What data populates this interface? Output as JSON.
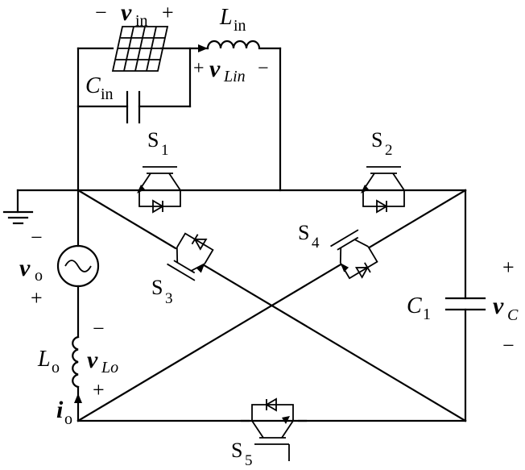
{
  "labels": {
    "vin_minus": "−",
    "vin_v": "v",
    "vin_sub": "in",
    "vin_plus": "+",
    "Lin_L": "L",
    "Lin_sub": "in",
    "vLin_plus": "+",
    "vLin_v": "v",
    "vLin_sub": "Lin",
    "vLin_minus": "−",
    "Cin_C": "C",
    "Cin_sub": "in",
    "S1_S": "S",
    "S1_sub": "1",
    "S2_S": "S",
    "S2_sub": "2",
    "S3_S": "S",
    "S3_sub": "3",
    "S4_S": "S",
    "S4_sub": "4",
    "S5_S": "S",
    "S5_sub": "5",
    "vo_minus": "−",
    "vo_v": "v",
    "vo_sub": "o",
    "vo_plus": "+",
    "vLo_minus": "−",
    "Lo_L": "L",
    "Lo_sub": "o",
    "vLo_v": "v",
    "vLo_sub": "Lo",
    "vLo_plus": "+",
    "io_i": "i",
    "io_sub": "o",
    "vC_plus": "+",
    "C1_C": "C",
    "C1_sub": "1",
    "vC_v": "v",
    "vC_sub": "C",
    "vC_minus": "−"
  }
}
